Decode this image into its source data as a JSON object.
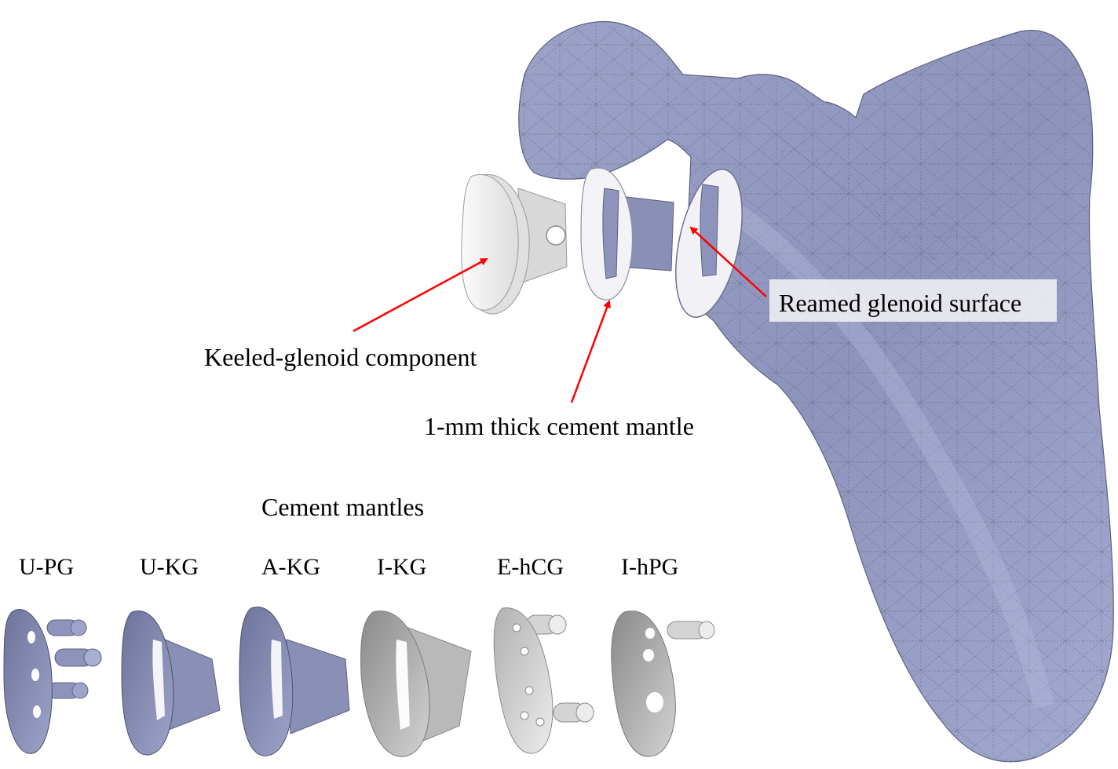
{
  "labels": {
    "keeled_glenoid": "Keeled-glenoid component",
    "cement_mantle": "1-mm thick cement mantle",
    "reamed_surface": "Reamed glenoid surface",
    "mantles_heading": "Cement mantles"
  },
  "mantle_types": [
    "U-PG",
    "U-KG",
    "A-KG",
    "I-KG",
    "E-hCG",
    "I-hPG"
  ],
  "colors": {
    "bone": "#8f95bd",
    "bone_light": "#b7bbe0",
    "mesh": "#4a4e66",
    "component_white": "#f1f1f1",
    "mantle_blue": "#7f85b0",
    "mantle_grey": "#a6a6a6",
    "mantle_light_grey": "#c8c8c8",
    "arrow": "#ff0000"
  }
}
